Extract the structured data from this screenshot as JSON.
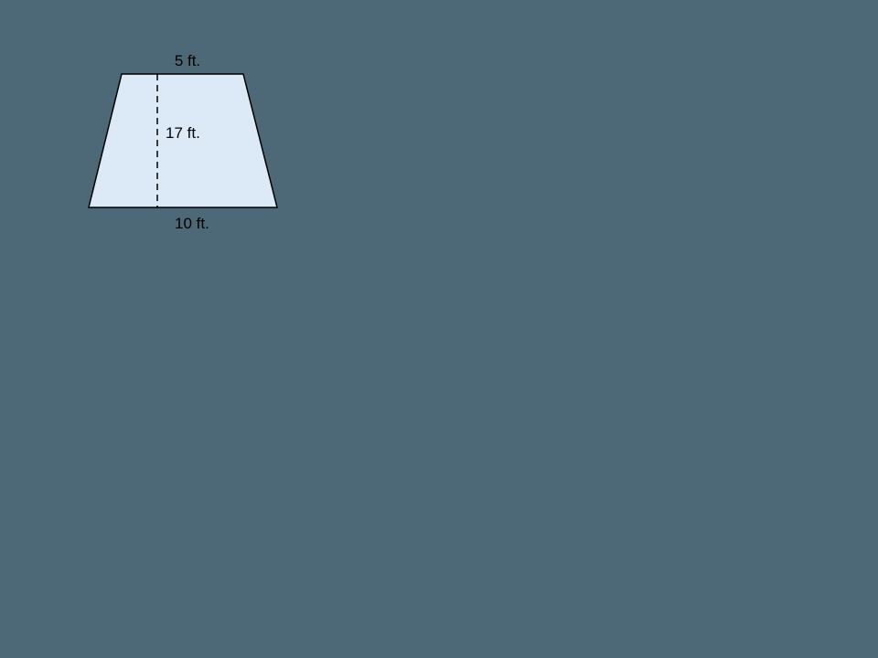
{
  "figure": {
    "type": "trapezoid",
    "top_label": "5 ft.",
    "height_label": "17 ft.",
    "bottom_label": "10 ft."
  },
  "colors": {
    "background": "#4d6876",
    "shape_fill": "#dce9f7",
    "shape_stroke": "#000000",
    "label_color": "#000000"
  }
}
